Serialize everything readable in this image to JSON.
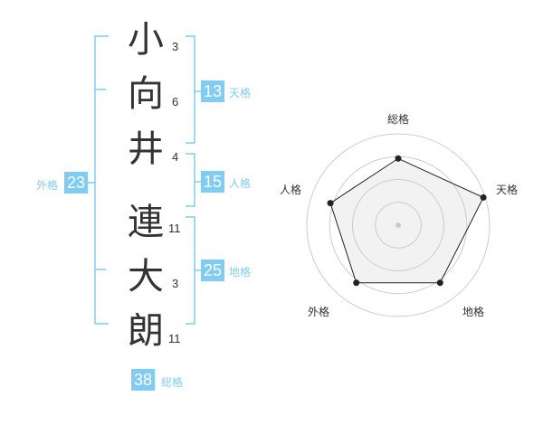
{
  "name": {
    "characters": [
      {
        "char": "小",
        "strokes": "3"
      },
      {
        "char": "向",
        "strokes": "6"
      },
      {
        "char": "井",
        "strokes": "4"
      },
      {
        "char": "連",
        "strokes": "11"
      },
      {
        "char": "大",
        "strokes": "3"
      },
      {
        "char": "朗",
        "strokes": "11"
      }
    ]
  },
  "kaku": {
    "tenkaku": {
      "value": "13",
      "label": "天格"
    },
    "jinkaku": {
      "value": "15",
      "label": "人格"
    },
    "chikaku": {
      "value": "25",
      "label": "地格"
    },
    "gaikaku": {
      "value": "23",
      "label": "外格"
    },
    "soukaku": {
      "value": "38",
      "label": "総格"
    }
  },
  "colors": {
    "accent": "#7fcdf5",
    "bracket": "#7fcdf5",
    "text": "#333333",
    "radar_fill": "#f2f2f2",
    "radar_ring": "#cccccc"
  },
  "chart_data": {
    "type": "radar",
    "axes": [
      "総格",
      "天格",
      "地格",
      "外格",
      "人格"
    ],
    "values": [
      0.73,
      0.98,
      0.78,
      0.78,
      0.78
    ],
    "range": [
      0,
      1
    ],
    "rings": 4
  }
}
